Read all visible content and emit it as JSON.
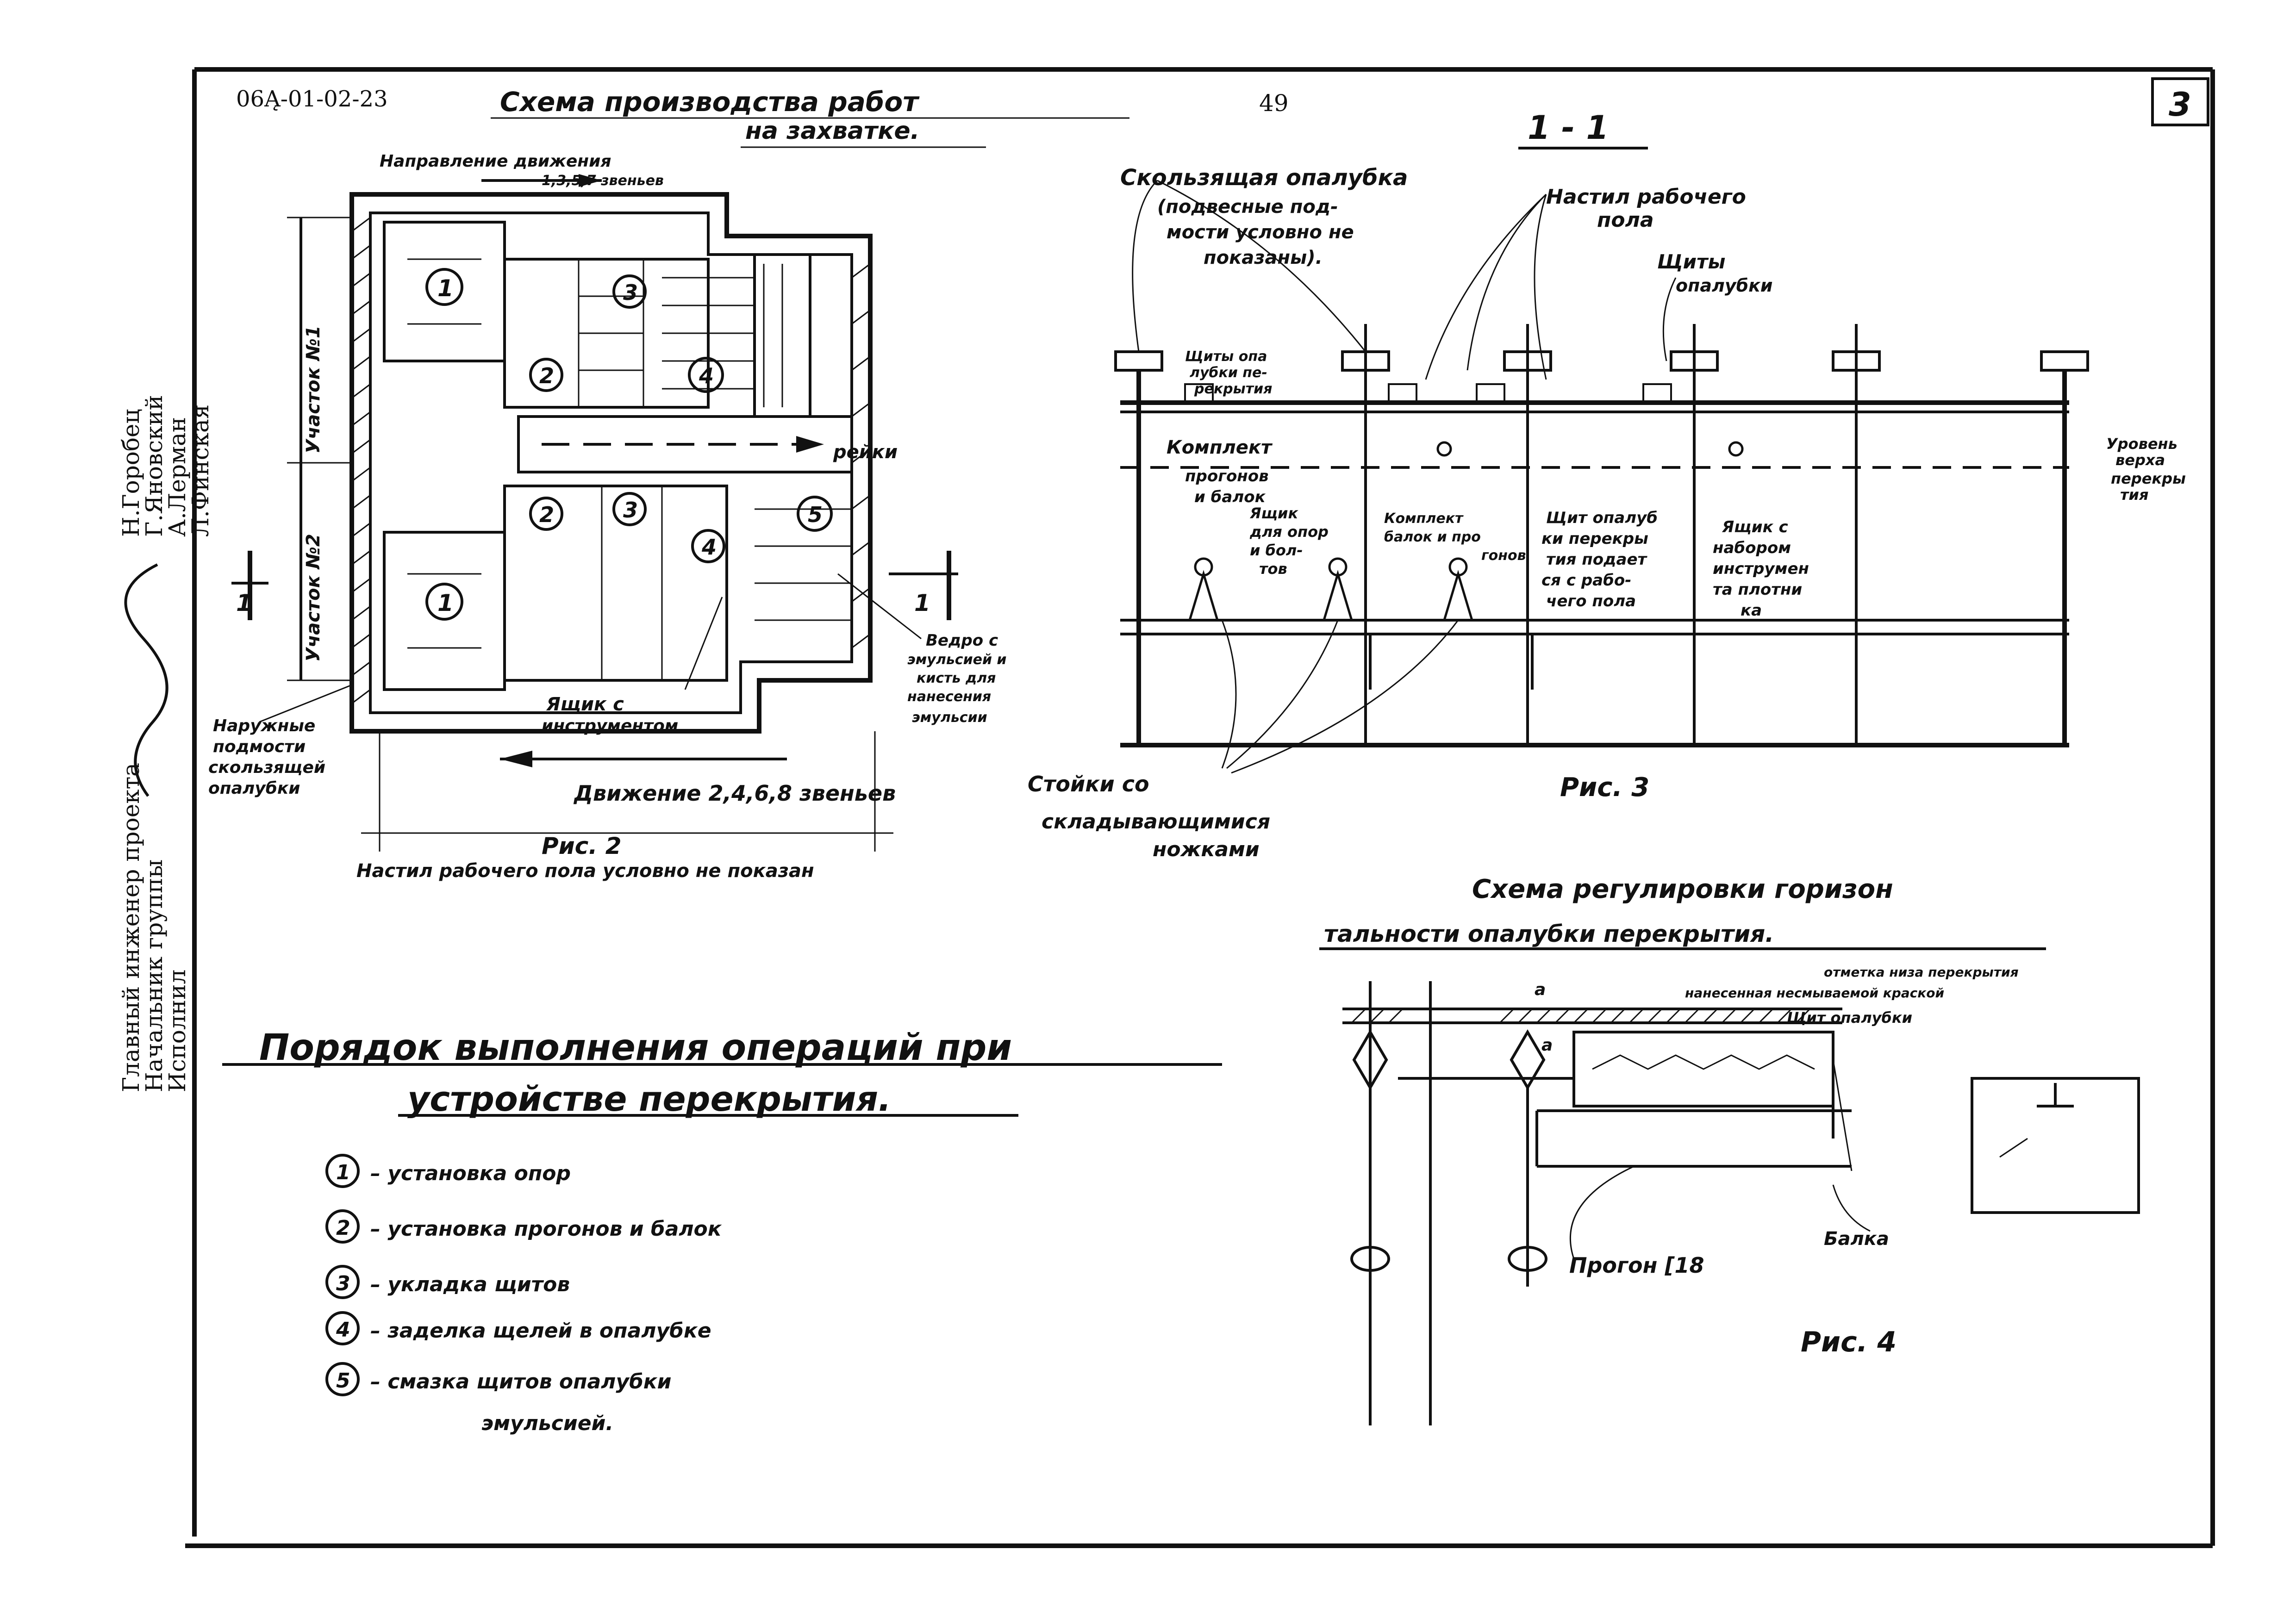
{
  "header": {
    "doc_code": "06Ą-01-02-23",
    "title_line1": "Схема производства работ",
    "title_line2": "на захватке.",
    "page_number": "49",
    "sheet_number": "3"
  },
  "fig2": {
    "direction_label_1": "Направление движения",
    "direction_label_2": "1,3,5,7 звеньев",
    "section_1": "Участок №1",
    "section_2": "Участок №2",
    "rails_label": "рейки",
    "bucket_label_1": "Ведро с",
    "bucket_label_2": "эмульсией и",
    "bucket_label_3": "кисть для",
    "bucket_label_4": "нанесения",
    "bucket_label_5": "эмульсии",
    "toolbox_label_1": "Ящик с",
    "toolbox_label_2": "инструментом",
    "outer_label_1": "Наружные",
    "outer_label_2": "подмости",
    "outer_label_3": "скользящей",
    "outer_label_4": "опалубки",
    "movement_label": "Движение 2,4,6,8 звеньев",
    "caption": "Рис. 2",
    "note": "Настил рабочего пола условно не показан",
    "cut_mark": "1",
    "zone_labels": [
      "1",
      "2",
      "3",
      "4",
      "5"
    ]
  },
  "fig3": {
    "section_title": "1 - 1",
    "sliding_label_1": "Скользящая опалубка",
    "sliding_label_2": "(подвесные под-",
    "sliding_label_3": "мости условно не",
    "sliding_label_4": "показаны).",
    "deck_label_1": "Настил рабочего",
    "deck_label_2": "пола",
    "shields_label_1": "Щиты",
    "shields_label_2": "опалубки",
    "floor_shields_1": "Щиты опа",
    "floor_shields_2": "лубки пе-",
    "floor_shields_3": "рекрытия",
    "kit_label_1": "Комплект",
    "kit_label_2": "прогонов",
    "kit_label_3": "и балок",
    "box_label_1": "Ящик",
    "box_label_2": "для опор",
    "box_label_3": "и бол-",
    "box_label_4": "тов",
    "kit2_label_1": "Комплект",
    "kit2_label_2": "балок и про",
    "kit2_label_3": "гонов",
    "shield_feed_1": "Щит опалуб",
    "shield_feed_2": "ки перекры",
    "shield_feed_3": "тия подает",
    "shield_feed_4": "ся с рабо-",
    "shield_feed_5": "чего пола",
    "toolset_1": "Ящик с",
    "toolset_2": "набором",
    "toolset_3": "инструмен",
    "toolset_4": "та плотни",
    "toolset_5": "ка",
    "level_1": "Уровень",
    "level_2": "верха",
    "level_3": "перекры",
    "level_4": "тия",
    "props_1": "Стойки со",
    "props_2": "складывающимися",
    "props_3": "ножками",
    "caption": "Рис. 3"
  },
  "fig4": {
    "title_1": "Схема регулировки горизон",
    "title_2": "тальности опалубки перекрытия.",
    "mark_1": "отметка низа перекрытия",
    "mark_2": "нанесенная несмываемой краской",
    "shield": "Щит опалубки",
    "dim": "a",
    "beam": "Балка",
    "purlin": "Прогон [18",
    "caption": "Рис. 4"
  },
  "order": {
    "title_1": "Порядок выполнения операций при",
    "title_2": "устройстве перекрытия.",
    "steps": [
      {
        "num": "1",
        "text": "– установка опор"
      },
      {
        "num": "2",
        "text": "– установка прогонов и балок"
      },
      {
        "num": "3",
        "text": "– укладка щитов"
      },
      {
        "num": "4",
        "text": "– заделка щелей в опалубке"
      },
      {
        "num": "5",
        "text": "– смазка щитов опалубки"
      }
    ],
    "step5_cont": "эмульсией."
  },
  "side": {
    "line_1": "Главный инженер проекта",
    "line_2": "Начальник группы",
    "line_3": "Исполнил",
    "name_1": "Н.Горобец",
    "name_2": "Г.Яновский",
    "name_3": "А.Лерман",
    "name_4": "Л.Финская"
  }
}
